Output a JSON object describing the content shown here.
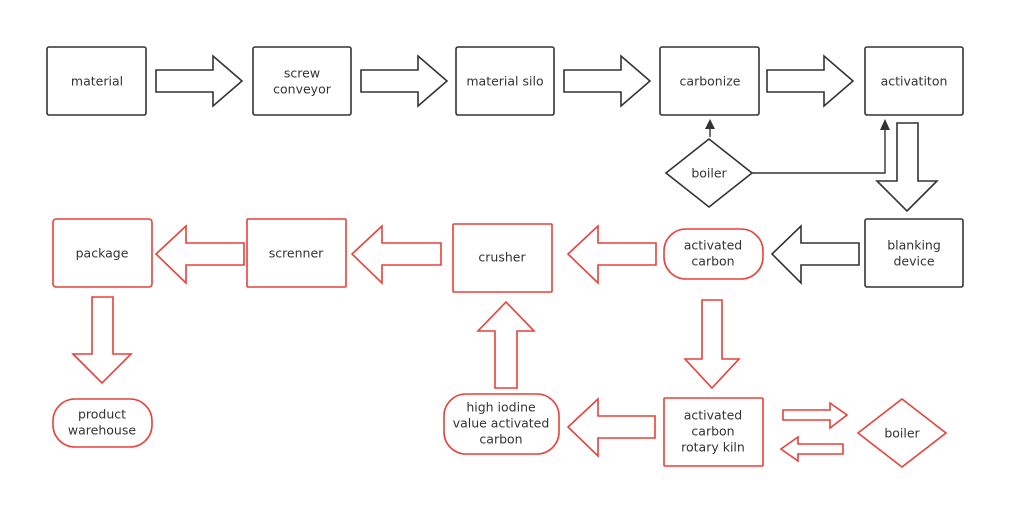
{
  "colors": {
    "primary_stroke": "#333333",
    "secondary_stroke": "#e8413a",
    "background": "#ffffff"
  },
  "nodes": {
    "material": [
      "material"
    ],
    "screw_conveyor": [
      "screw",
      "conveyor"
    ],
    "material_silo": [
      "material silo"
    ],
    "carbonize": [
      "carbonize"
    ],
    "activation": [
      "activatiton"
    ],
    "boiler_top": [
      "boiler"
    ],
    "blanking_device": [
      "blanking",
      "device"
    ],
    "activated_carbon": [
      "activated",
      "carbon"
    ],
    "crusher": [
      "crusher"
    ],
    "screnner": [
      "screnner"
    ],
    "package": [
      "package"
    ],
    "product_warehouse": [
      "product",
      "warehouse"
    ],
    "rotary_kiln": [
      "activated",
      "carbon",
      "rotary kiln"
    ],
    "high_iodine": [
      "high iodine",
      "value activated",
      "carbon"
    ],
    "boiler_bottom": [
      "boiler"
    ]
  }
}
